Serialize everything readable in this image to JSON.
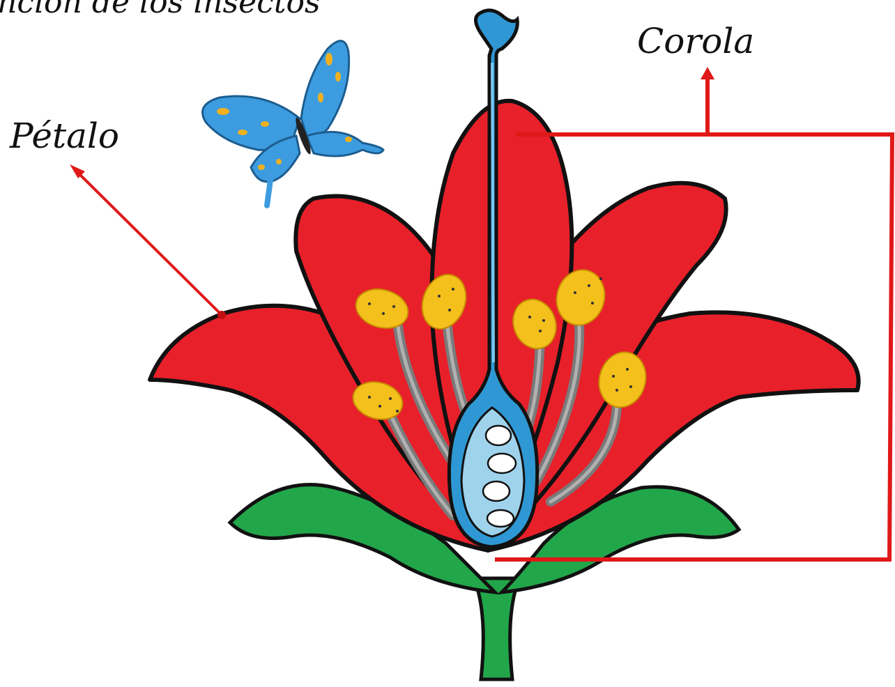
{
  "heading": "nción de los insectos",
  "labels": {
    "petalo": "Pétalo",
    "corola": "Corola"
  },
  "colors": {
    "petal": "#e8202a",
    "outline": "#111111",
    "leaf": "#22a64a",
    "pistil": "#2f98d4",
    "ovary": "#9fd3ec",
    "anther": "#f3c01c",
    "filament": "#8a8a8a",
    "arrow": "#e01818",
    "butterfly": "#3d9ce0",
    "butterfly_spots": "#f2b01e"
  },
  "icons": {
    "butterfly": "butterfly-icon"
  }
}
